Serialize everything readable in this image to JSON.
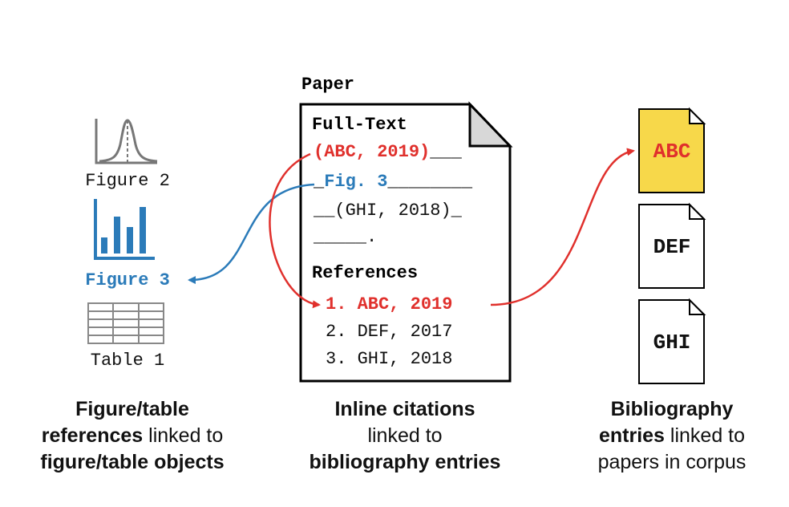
{
  "paper": {
    "label": "Paper",
    "fulltext_title": "Full-Text",
    "lines": [
      {
        "cite": "(ABC, 2019)",
        "tail": "___"
      },
      {
        "lead": "_",
        "cite": "Fig. 3",
        "tail": "________"
      },
      {
        "text": "__(GHI, 2018)_"
      },
      {
        "text": "_____."
      }
    ],
    "references_title": "References",
    "references": [
      "1. ABC, 2019",
      "2. DEF, 2017",
      "3. GHI, 2018"
    ]
  },
  "left_objects": [
    {
      "label": "Figure 2",
      "icon": "bell-curve-icon"
    },
    {
      "label": "Figure 3",
      "icon": "bar-chart-icon",
      "highlight": true
    },
    {
      "label": "Table 1",
      "icon": "table-grid-icon"
    }
  ],
  "corpus_papers": [
    {
      "label": "ABC",
      "highlight": true
    },
    {
      "label": "DEF"
    },
    {
      "label": "GHI"
    }
  ],
  "captions": {
    "left": {
      "b1": "Figure/table",
      "b2": "references",
      "t2": " linked to",
      "b3": "figure/table objects"
    },
    "middle": {
      "b1": "Inline citations",
      "t1": "linked to",
      "b2": "bibliography entries"
    },
    "right": {
      "b1": "Bibliography",
      "b2": "entries",
      "t2": " linked to",
      "t3": "papers in corpus"
    }
  },
  "colors": {
    "red": "#e0302c",
    "blue": "#2b7bb9",
    "yellow": "#f7d84a",
    "gray": "#777777"
  }
}
